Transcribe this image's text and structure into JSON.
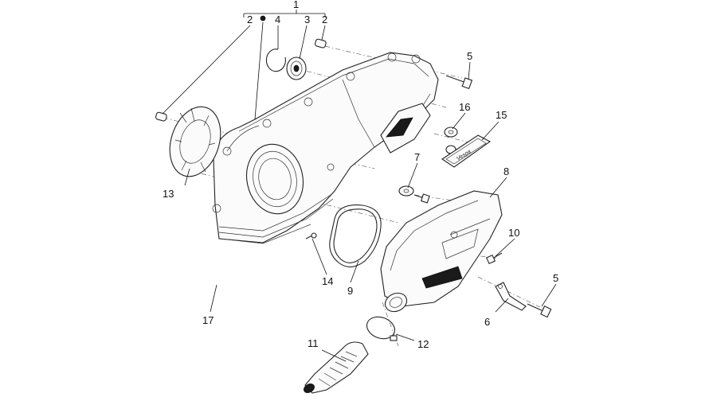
{
  "callouts": {
    "c1": "1",
    "c2a": "2",
    "c2b": "2",
    "c3": "3",
    "c4": "4",
    "c5a": "5",
    "c5b": "5",
    "c6": "6",
    "c7": "7",
    "c8": "8",
    "c9": "9",
    "c10": "10",
    "c11": "11",
    "c12": "12",
    "c13": "13",
    "c14": "14",
    "c15": "15",
    "c16": "16",
    "c17": "17"
  },
  "badge_text": "Vespa"
}
